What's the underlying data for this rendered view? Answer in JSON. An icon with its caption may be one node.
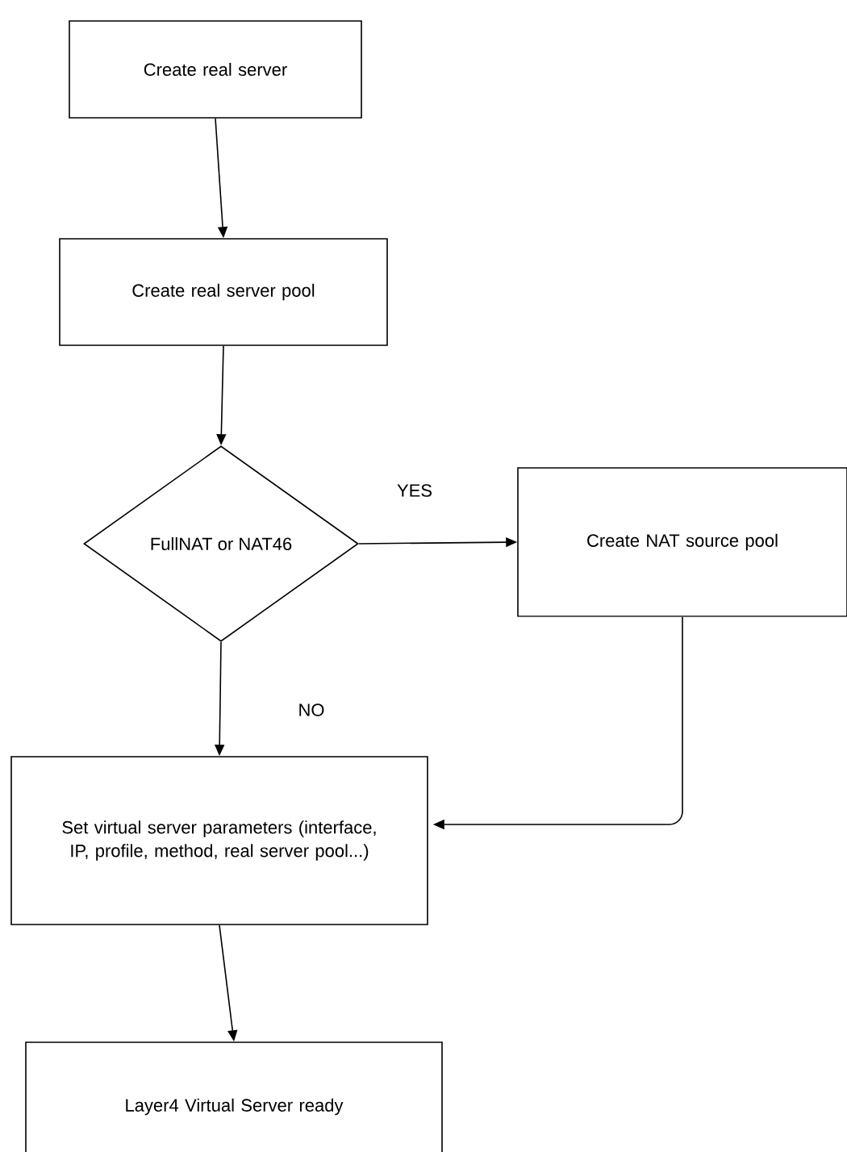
{
  "diagram": {
    "nodes": [
      {
        "text": [
          "Create real server"
        ]
      },
      {
        "text": [
          "Create real server pool"
        ]
      },
      {
        "text": [
          "FullNAT or NAT46"
        ]
      },
      {
        "text": [
          "Create NAT source pool"
        ]
      },
      {
        "text": [
          "Set virtual server parameters (interface, IP, profile, method, real server pool...)"
        ]
      },
      {
        "text": [
          "Layer4 Virtual Server ready"
        ]
      }
    ],
    "edges": [
      {
        "from": 0,
        "to": 1,
        "arrow": "to"
      },
      {
        "from": 1,
        "to": 2,
        "arrow": "to"
      },
      {
        "from": 2,
        "to": 3,
        "arrow": "to",
        "label": "YES"
      },
      {
        "from": 2,
        "to": 4,
        "arrow": "to",
        "label": "NO"
      },
      {
        "from": 3,
        "to": 4,
        "arrow": "to"
      },
      {
        "from": 4,
        "to": 5,
        "arrow": "to"
      }
    ]
  }
}
